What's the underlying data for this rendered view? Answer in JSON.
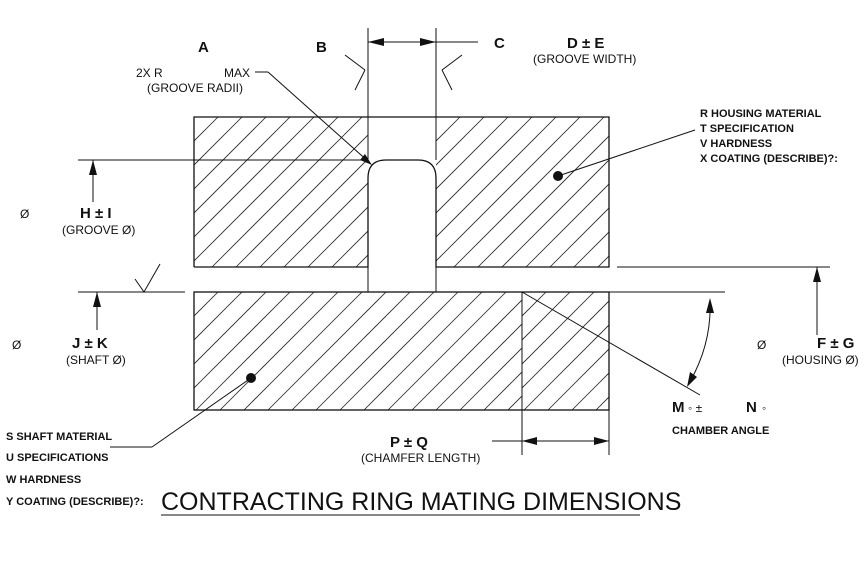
{
  "labels": {
    "A": "A",
    "B": "B",
    "C": "C",
    "D": "D ± E",
    "D_sub": "(GROOVE WIDTH)",
    "radius_2x": "2X R",
    "radius_max": "MAX",
    "radius_sub": "(GROOVE RADII)",
    "dia1": "Ø",
    "H": "H  ±  I",
    "H_sub": "(GROOVE Ø)",
    "dia2": "Ø",
    "J": "J   ± K",
    "J_sub": "(SHAFT Ø)",
    "dia3": "Ø",
    "F": "F  ±  G",
    "F_sub": "(HOUSING Ø)",
    "P": "P ± Q",
    "P_sub": "(CHAMFER LENGTH)",
    "M": "M",
    "M_deg": "◦ ±",
    "N": "N",
    "N_deg": "◦",
    "angle_sub": "CHAMBER ANGLE"
  },
  "housing_notes": [
    "R HOUSING MATERIAL",
    "T SPECIFICATION",
    "V HARDNESS",
    "X COATING (DESCRIBE)?:"
  ],
  "shaft_notes": [
    "S SHAFT MATERIAL",
    "U SPECIFICATIONS",
    "W HARDNESS",
    "Y COATING (DESCRIBE)?:"
  ],
  "title": "CONTRACTING RING MATING DIMENSIONS"
}
